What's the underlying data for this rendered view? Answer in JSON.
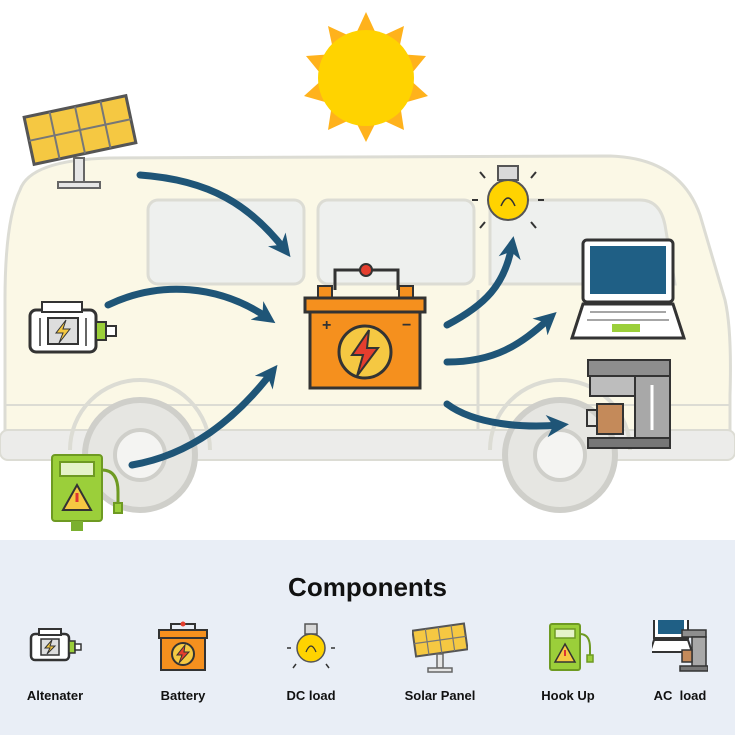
{
  "legend": {
    "title": "Components",
    "items": [
      {
        "id": "alternator",
        "label": "Altenater",
        "icon": "alternator-icon"
      },
      {
        "id": "battery",
        "label": "Battery",
        "icon": "battery-icon"
      },
      {
        "id": "dc-load",
        "label": "DC load",
        "icon": "light-bulb-icon"
      },
      {
        "id": "solar-panel",
        "label": "Solar Panel",
        "icon": "solar-panel-icon"
      },
      {
        "id": "hook-up",
        "label": "Hook Up",
        "icon": "hookup-charger-icon"
      },
      {
        "id": "ac-load",
        "label": "AC  load",
        "icon": "laptop-coffee-machine-icon"
      }
    ]
  },
  "colors": {
    "arrow": "#1f5577",
    "sun": "#ffd300",
    "sun_rays": "#ffb21c",
    "battery": "#f5901e",
    "van_body": "#fbf8e6",
    "panel_background": "#e9eef6",
    "hookup_green": "#9bcf3a"
  }
}
